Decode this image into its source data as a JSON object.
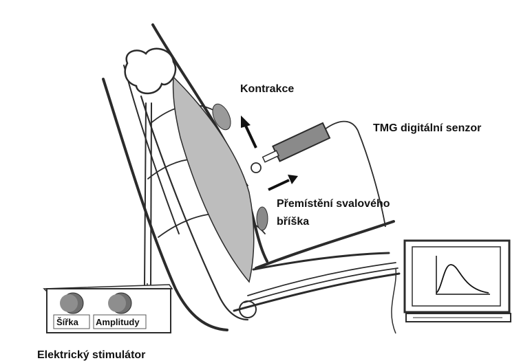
{
  "labels": {
    "contraction": "Kontrakce",
    "sensor": "TMG digitální senzor",
    "displacement_line1": "Přemístění svalového",
    "displacement_line2": "bříška",
    "stimulator": "Elektrický stimulátor"
  },
  "stimulator": {
    "width_label": "Šířka",
    "amplitude_label": "Amplitudy"
  },
  "colors": {
    "muscle": "#bdbdbd",
    "outline": "#2b2b2b",
    "sensor_body": "#8a8a8a",
    "knob": "#6f6f6f"
  }
}
